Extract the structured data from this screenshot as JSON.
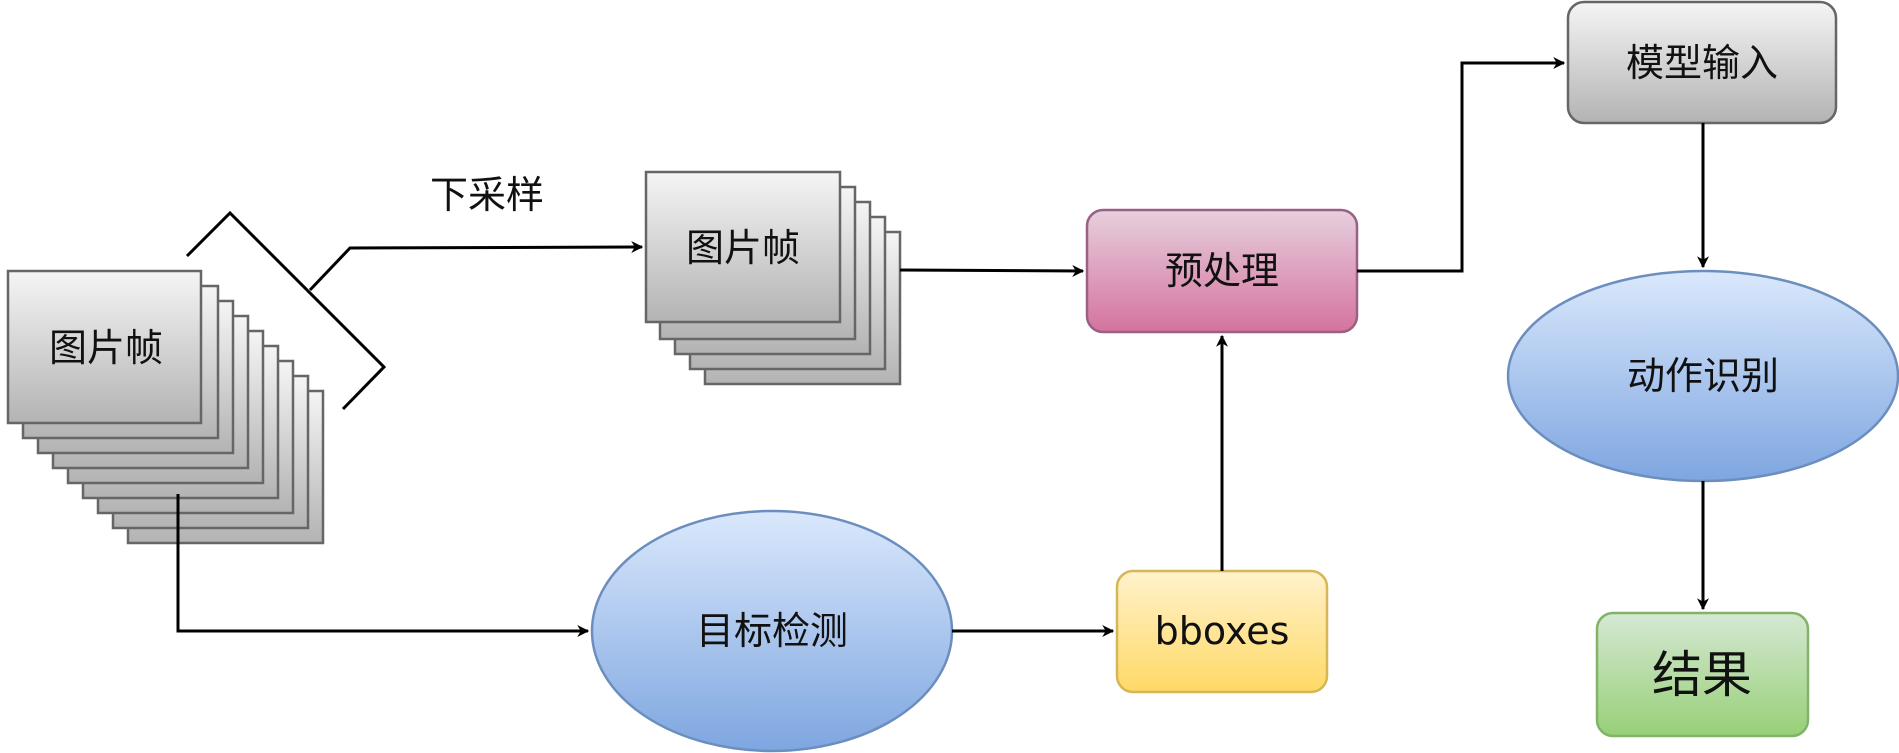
{
  "nodes": {
    "frames_left": "图片帧",
    "frames_mid": "图片帧",
    "preprocess": "预处理",
    "model_input": "模型输入",
    "action_recognition": "动作识别",
    "result": "结果",
    "detection": "目标检测",
    "bboxes": "bboxes"
  },
  "edges": {
    "downsample": "下采样"
  },
  "colors": {
    "stack_fill_top": "#f5f5f5",
    "stack_fill_bottom": "#b3b3b3",
    "stack_stroke": "#666666",
    "pink_top": "#e6d0de",
    "pink_bottom": "#d5739d",
    "pink_stroke": "#996185",
    "blue_top": "#dae8fc",
    "blue_bottom": "#7ea6e0",
    "blue_stroke": "#6c8ebf",
    "yellow_top": "#fff2cc",
    "yellow_bottom": "#ffd966",
    "yellow_stroke": "#d6b656",
    "green_top": "#d5e8d4",
    "green_bottom": "#97d077",
    "green_stroke": "#82b366"
  }
}
